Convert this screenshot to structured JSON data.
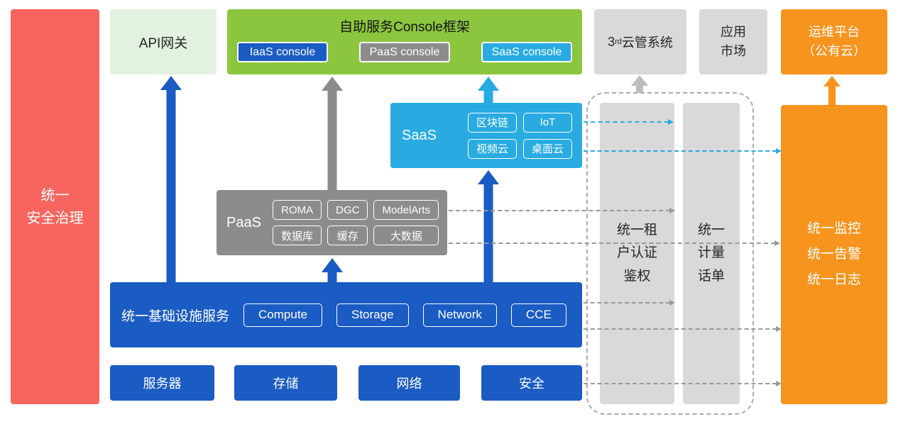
{
  "palette": {
    "red": "#F8655F",
    "light-green": "#E3F1E0",
    "green": "#8CC63F",
    "blue": "#1A5BC4",
    "gray": "#8C8C8C",
    "light-gray": "#D9D9D9",
    "cyan": "#29ABE2",
    "orange": "#F7941E",
    "dash-gray": "#999999",
    "ink": "#262626"
  },
  "security_bar": {
    "label": "统一\n安全治理"
  },
  "api_gateway": {
    "label": "API网关"
  },
  "console_frame": {
    "title": "自助服务Console框架",
    "iaas_console": "IaaS console",
    "paas_console": "PaaS console",
    "saas_console": "SaaS console"
  },
  "third_party_cloud": {
    "num": "3",
    "sup": "rd",
    "rest": "云管系统"
  },
  "app_market": {
    "label": "应用\n市场"
  },
  "ops_platform": {
    "label": "运维平台\n（公有云）"
  },
  "saas": {
    "label": "SaaS",
    "chips": [
      "区块链",
      "IoT",
      "视频云",
      "桌面云"
    ]
  },
  "paas": {
    "label": "PaaS",
    "chips": [
      "ROMA",
      "DGC",
      "ModelArts",
      "数据库",
      "缓存",
      "大数据"
    ]
  },
  "iaas": {
    "label": "统一基础设施服务",
    "chips": [
      "Compute",
      "Storage",
      "Network",
      "CCE"
    ]
  },
  "foundation": {
    "items": [
      "服务器",
      "存储",
      "网络",
      "安全"
    ]
  },
  "auth_bar": {
    "label": "统一租\n户认证\n鉴权"
  },
  "metering_bar": {
    "label": "统一\n计量\n话单"
  },
  "monitoring": {
    "label": "统一监控\n统一告警\n统一日志"
  }
}
